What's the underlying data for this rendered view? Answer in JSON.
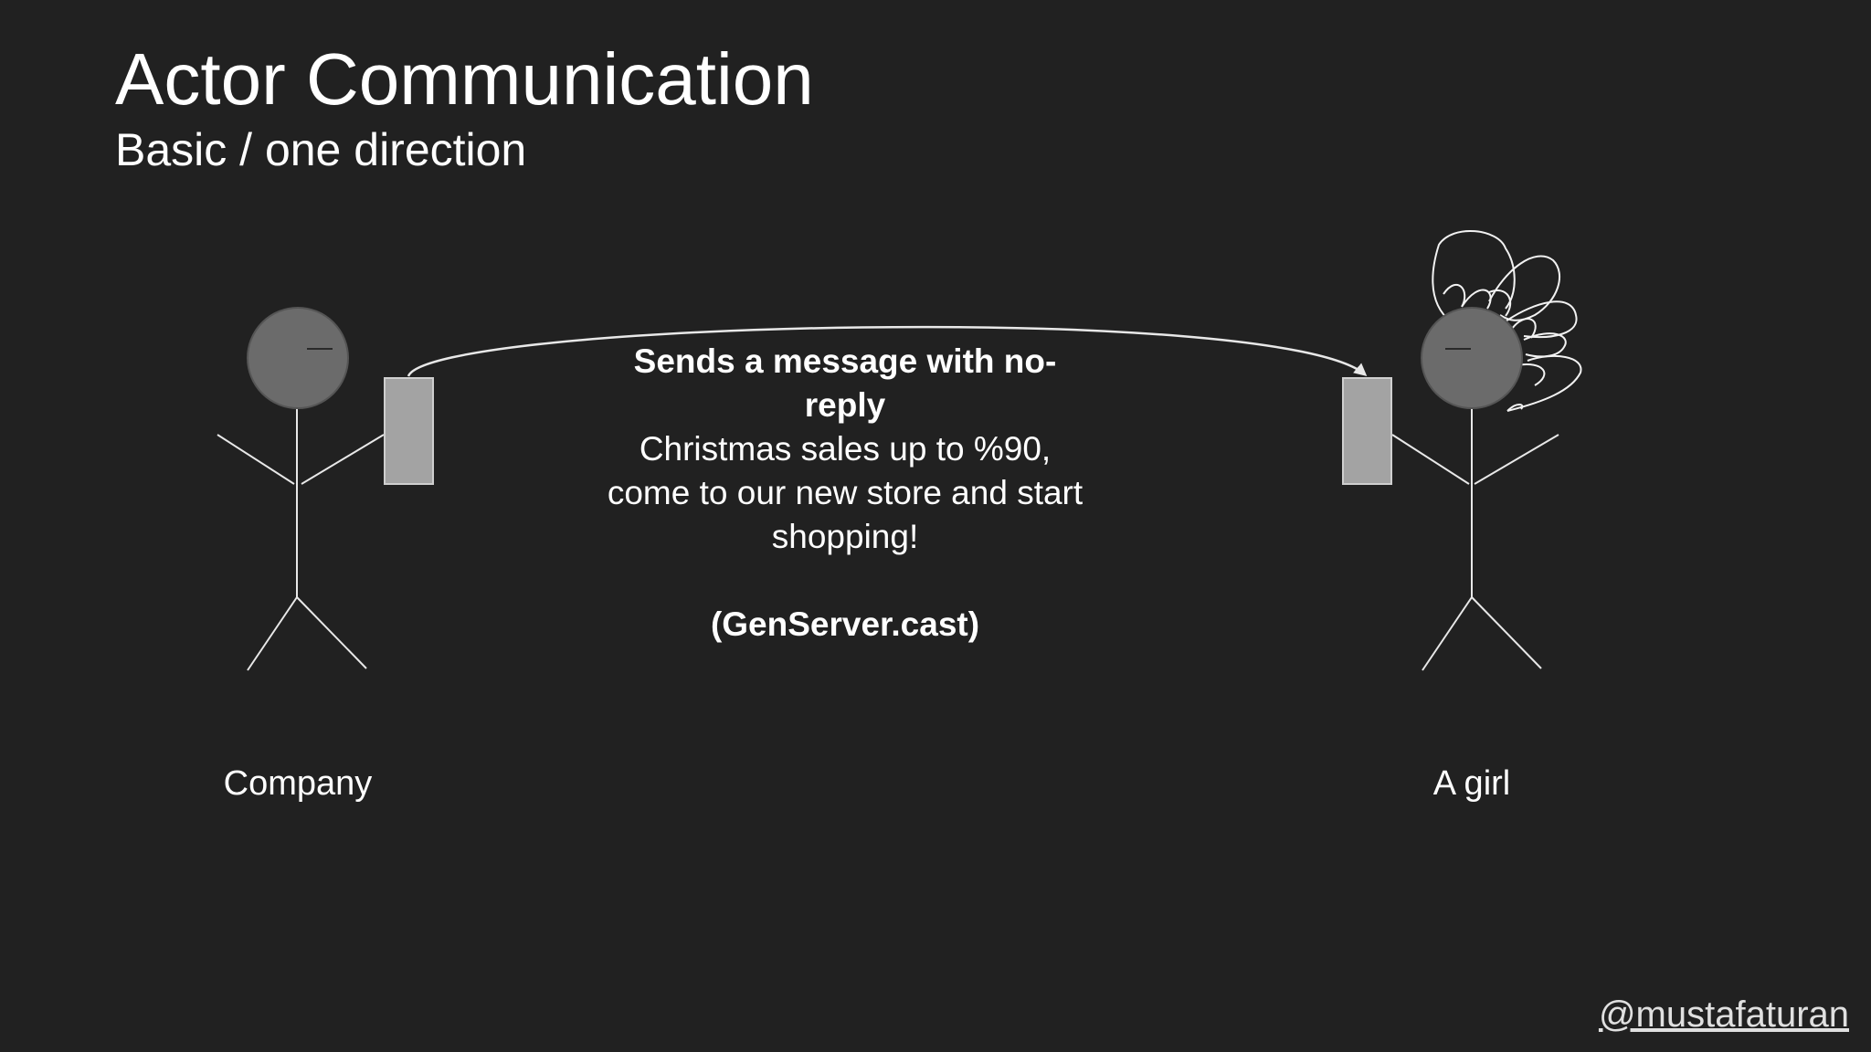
{
  "slide": {
    "title": "Actor Communication",
    "subtitle": "Basic / one direction"
  },
  "message": {
    "heading": "Sends a message with no-reply",
    "body": "Christmas sales up to %90, come to our new store and start shopping!",
    "call": "(GenServer.cast)"
  },
  "actors": {
    "sender_label": "Company",
    "receiver_label": "A girl"
  },
  "footer": {
    "handle": "@mustafaturan"
  },
  "colors": {
    "background": "#212121",
    "text": "#ffffff",
    "head_fill": "#6b6b6b",
    "envelope_fill": "#a3a3a3",
    "line": "#e8e8e8"
  }
}
